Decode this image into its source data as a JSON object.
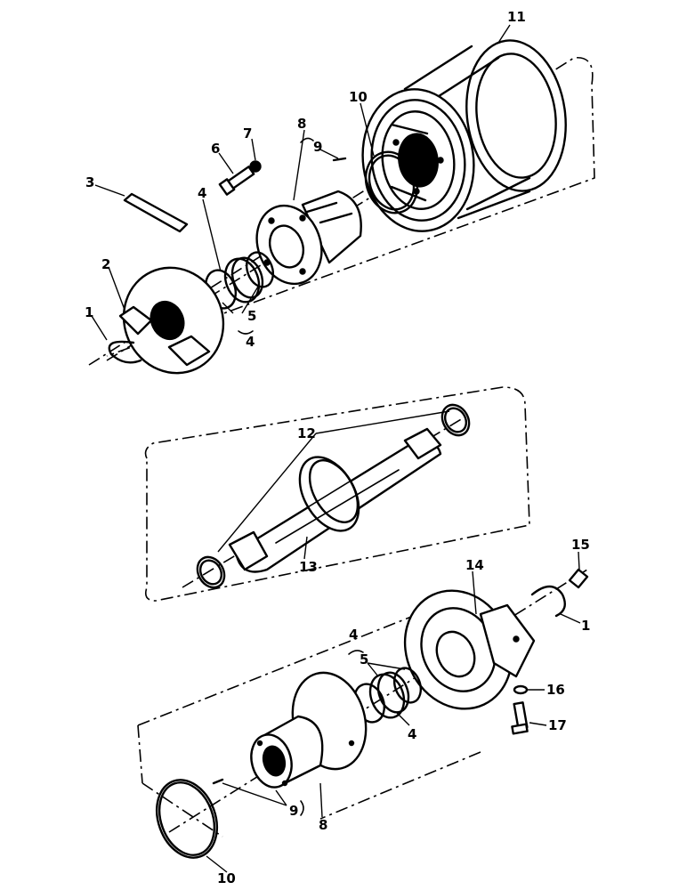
{
  "callouts": {
    "c1_top": "1",
    "c2": "2",
    "c3": "3",
    "c4_top_a": "4",
    "c4_top_b": "4",
    "c5_top": "5",
    "c6": "6",
    "c7": "7",
    "c8_top": "8",
    "c9_top": "9",
    "c10_top": "10",
    "c11": "11",
    "c12": "12",
    "c13": "13",
    "c14": "14",
    "c15": "15",
    "c1_bottom": "1",
    "c4_bottom_a": "4",
    "c5_bottom": "5",
    "c4_bottom_b": "4",
    "c16": "16",
    "c17": "17",
    "c9_bottom": "9",
    "c8_bottom": "8",
    "c10_bottom": "10"
  }
}
